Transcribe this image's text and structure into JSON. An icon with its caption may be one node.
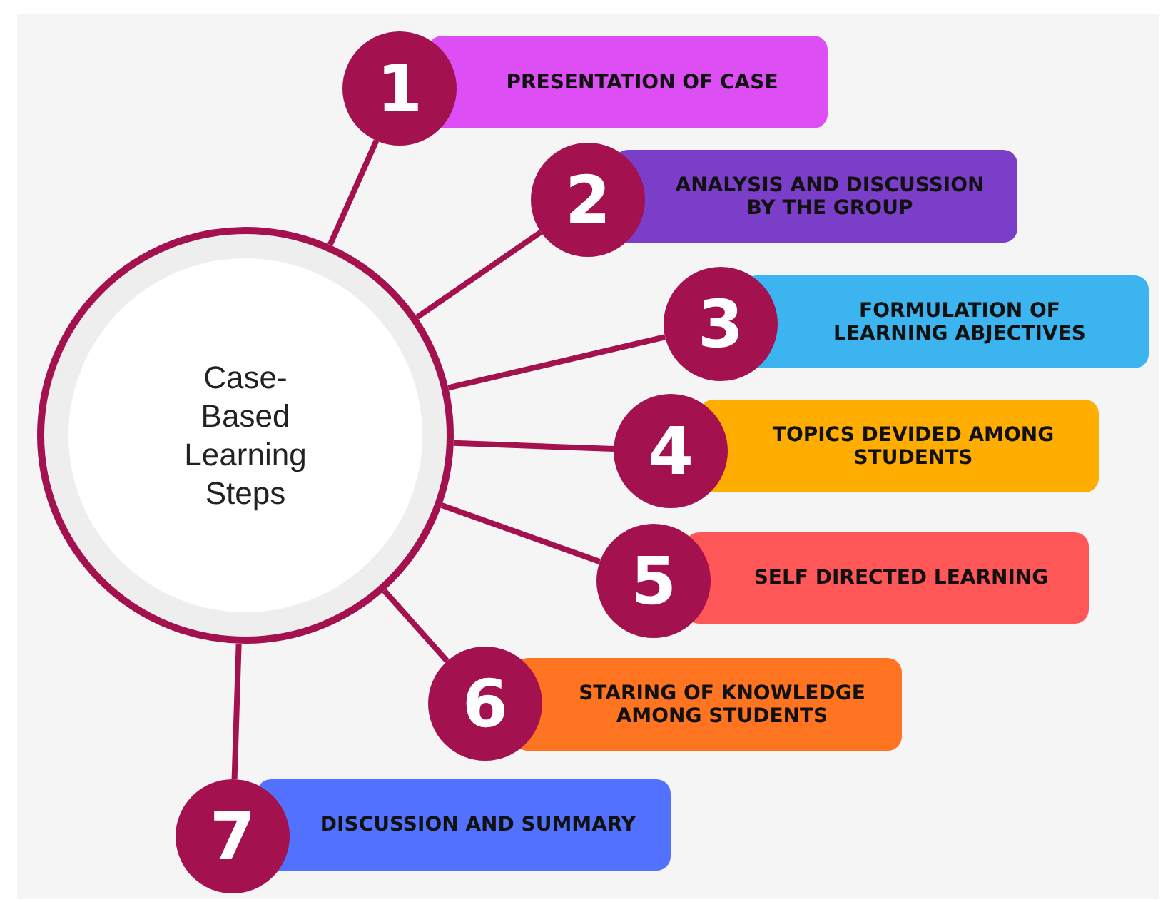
{
  "diagram": {
    "nodes": [
      {
        "text": [
          "Case-Based Learning Steps"
        ]
      },
      {
        "text": [
          "1",
          "PRESENTATION OF CASE"
        ]
      },
      {
        "text": [
          "2",
          "ANALYSIS AND DISCUSSION BY THE GROUP"
        ]
      },
      {
        "text": [
          "3",
          "FORMULATION OF LEARNING ABJECTIVES"
        ]
      },
      {
        "text": [
          "4",
          "TOPICS DEVIDED AMONG STUDENTS"
        ]
      },
      {
        "text": [
          "5",
          "SELF DIRECTED LEARNING"
        ]
      },
      {
        "text": [
          "6",
          "STARING OF KNOWLEDGE AMONG STUDENTS"
        ]
      },
      {
        "text": [
          "7",
          "DISCUSSION AND SUMMARY"
        ]
      }
    ],
    "edges": [
      {
        "from": 0,
        "to": 1,
        "arrow": "none"
      },
      {
        "from": 0,
        "to": 2,
        "arrow": "none"
      },
      {
        "from": 0,
        "to": 3,
        "arrow": "none"
      },
      {
        "from": 0,
        "to": 4,
        "arrow": "none"
      },
      {
        "from": 0,
        "to": 5,
        "arrow": "none"
      },
      {
        "from": 0,
        "to": 6,
        "arrow": "none"
      },
      {
        "from": 0,
        "to": 7,
        "arrow": "none"
      }
    ]
  }
}
